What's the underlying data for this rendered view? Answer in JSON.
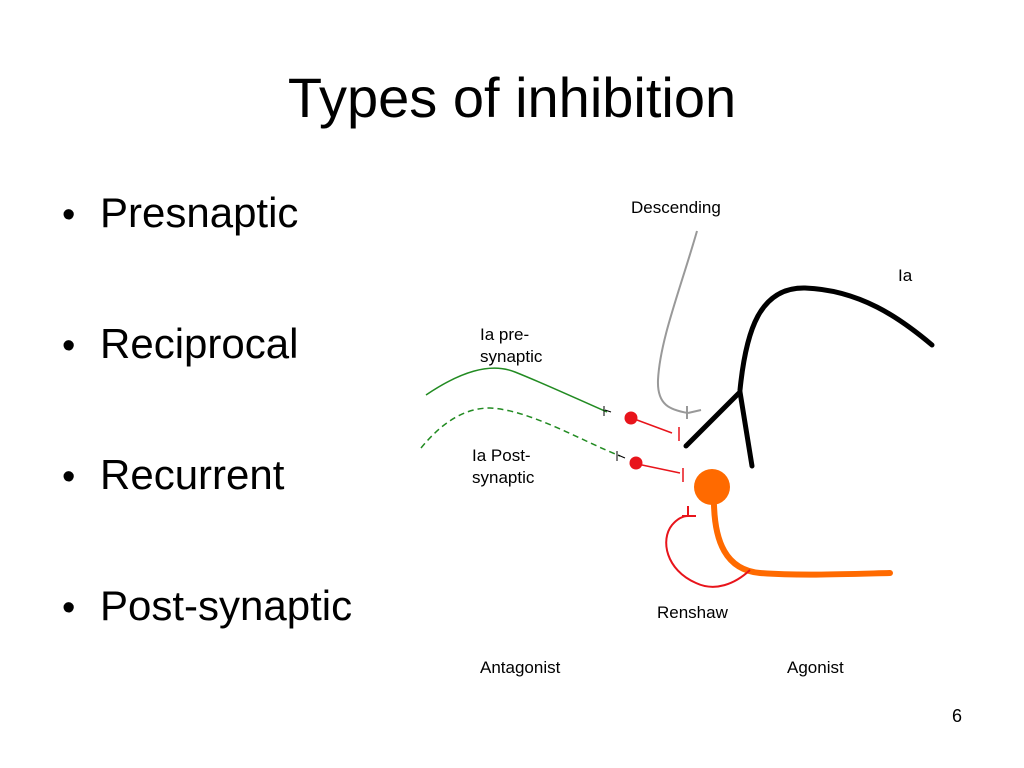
{
  "slide": {
    "title": "Types of inhibition",
    "page_number": "6"
  },
  "bullets": [
    "Presnaptic",
    "Reciprocal",
    "Recurrent",
    "Post-synaptic"
  ],
  "bullet_glyph": "•",
  "diagram": {
    "labels": {
      "descending": "Descending",
      "ia": "Ia",
      "ia_presynaptic_line1": "Ia pre-",
      "ia_presynaptic_line2": "synaptic",
      "ia_postsynaptic_line1": "Ia Post-",
      "ia_postsynaptic_line2": "synaptic",
      "renshaw": "Renshaw",
      "antagonist": "Antagonist",
      "agonist": "Agonist"
    },
    "colors": {
      "descending_fiber": "#999999",
      "ia_afferent": "#000000",
      "ia_presynaptic_fiber": "#228b22",
      "ia_postsynaptic_fiber": "#228b22",
      "inhibitory_interneuron": "#e8141b",
      "renshaw_cell": "#e8141b",
      "motor_neuron": "#ff6a00"
    }
  }
}
